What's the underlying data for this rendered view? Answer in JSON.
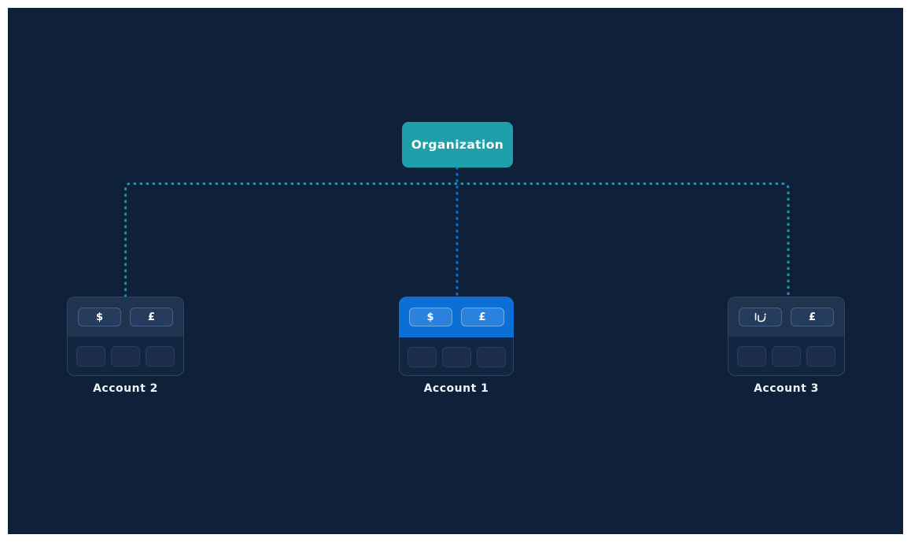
{
  "root_node": {
    "label": "Organization"
  },
  "accounts": [
    {
      "label": "Account 2",
      "currency_buttons": [
        "$",
        "£"
      ],
      "selected": false,
      "placeholder_slots": 3
    },
    {
      "label": "Account 1",
      "currency_buttons": [
        "$",
        "£"
      ],
      "selected": true,
      "placeholder_slots": 3
    },
    {
      "label": "Account 3",
      "currency_buttons": [
        "﷼",
        "£"
      ],
      "selected": false,
      "placeholder_slots": 3
    }
  ],
  "icons": {
    "dollar": "dollar-currency-icon",
    "pound": "pound-currency-icon",
    "rial": "rial-currency-icon"
  },
  "colors": {
    "page_frame": "#ffffff",
    "canvas_background": "#0e2139",
    "root_node_fill": "#1f9faa",
    "connector_teal": "#2d8aa3",
    "connector_blue": "#1467c4",
    "selected_card_header": "#0c6fd6",
    "card_header": "#20334f",
    "card_body": "#13263f",
    "label_text": "#eef3f8"
  }
}
